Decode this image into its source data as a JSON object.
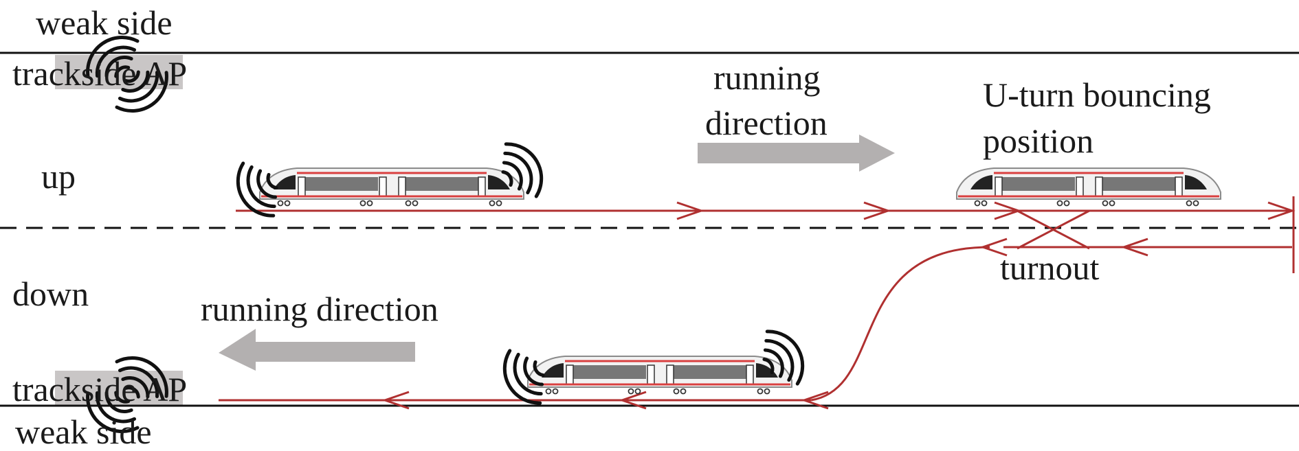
{
  "labels": {
    "weak_side_top": "weak side",
    "trackside_ap_top": "trackside AP",
    "running_direction_up": [
      "running",
      "direction"
    ],
    "u_turn": [
      "U-turn bouncing",
      "position"
    ],
    "up": "up",
    "down": "down",
    "turnout": "turnout",
    "running_direction_down": "running direction",
    "trackside_ap_bottom": "trackside AP",
    "weak_side_bottom": "weak side"
  },
  "colors": {
    "track": "#b03030",
    "arrow_fill": "#b3b0b0",
    "ap_shade": "#c9c6c6",
    "signal": "#111111",
    "rule": "#111111"
  },
  "icons": {
    "signal": "wireless-signal-icon",
    "train": "high-speed-train-icon"
  }
}
